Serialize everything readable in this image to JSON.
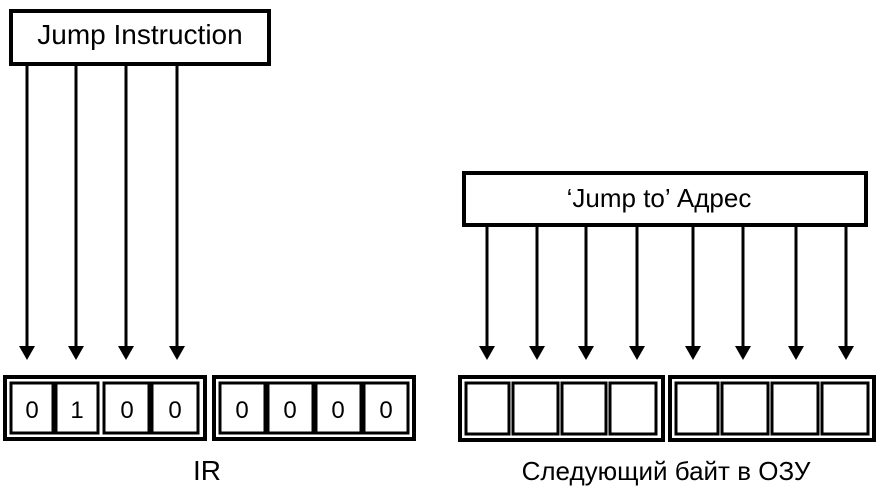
{
  "jump_instruction_box": {
    "label": "Jump Instruction"
  },
  "jump_to_box": {
    "label": "‘Jump to’ Адрес"
  },
  "ir": {
    "label": "IR",
    "high_nibble": [
      "0",
      "1",
      "0",
      "0"
    ],
    "low_nibble": [
      "0",
      "0",
      "0",
      "0"
    ]
  },
  "next_byte": {
    "label": "Следующий байт в ОЗУ",
    "high_nibble": [
      "",
      "",
      "",
      ""
    ],
    "low_nibble": [
      "",
      "",
      "",
      ""
    ]
  },
  "colors": {
    "stroke": "#000000",
    "background": "#ffffff"
  }
}
